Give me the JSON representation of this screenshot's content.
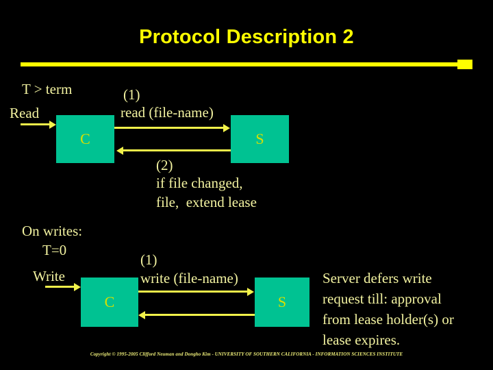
{
  "slide": {
    "title": "Protocol Description 2",
    "background_color": "#000000",
    "title_color": "#ffff00",
    "body_text_color": "#f2f2a0",
    "node_fill_color": "#00c292",
    "arrow_color": "#f2f24a"
  },
  "read_section": {
    "condition": "T > term",
    "trigger_label": "Read",
    "client_node": "C",
    "server_node": "S",
    "request_step": "(1)",
    "request_text": "read (file-name)",
    "response_step": "(2)",
    "response_line1": "if file changed,",
    "response_line2": "file,  extend lease"
  },
  "write_section": {
    "heading": "On writes:",
    "condition": "T=0",
    "trigger_label": "Write",
    "client_node": "C",
    "server_node": "S",
    "request_step": "(1)",
    "request_text": "write (file-name)",
    "note_line1": "Server defers write",
    "note_line2": "request till: approval",
    "note_line3": "from lease holder(s) or",
    "note_line4": "lease expires."
  },
  "footer": {
    "copyright": "Copyright © 1995-2005 Clifford Neuman and Dongho Kim - UNIVERSITY OF SOUTHERN CALIFORNIA - INFORMATION SCIENCES INSTITUTE"
  }
}
